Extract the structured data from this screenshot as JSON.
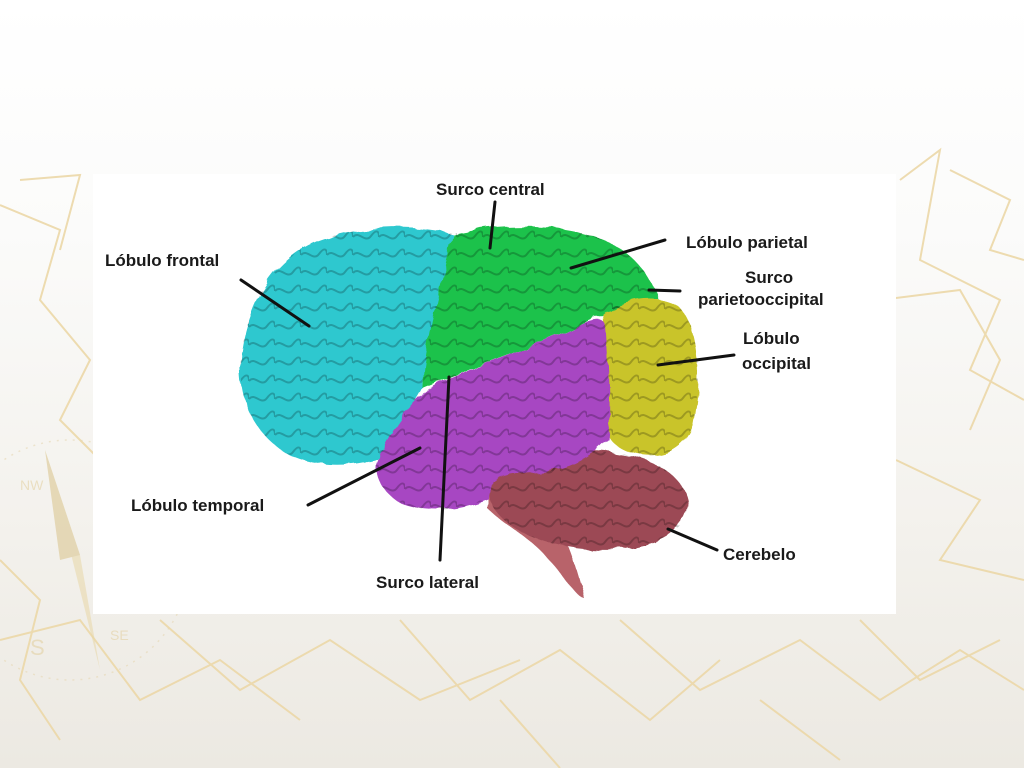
{
  "diagram": {
    "labels": {
      "surco_central": "Surco central",
      "lobulo_parietal": "Lóbulo parietal",
      "surco_parietooccipital_1": "Surco",
      "surco_parietooccipital_2": "parietooccipital",
      "lobulo_occipital_1": "Lóbulo",
      "lobulo_occipital_2": "occipital",
      "lobulo_frontal": "Lóbulo frontal",
      "lobulo_temporal": "Lóbulo temporal",
      "surco_lateral": "Surco lateral",
      "cerebelo": "Cerebelo"
    },
    "colors": {
      "frontal": "#2ec8cf",
      "parietal": "#1ec24c",
      "temporal": "#a746c2",
      "occipital": "#c9c42a",
      "cerebelo": "#9c4a55",
      "tronco": "#b8636a"
    }
  }
}
